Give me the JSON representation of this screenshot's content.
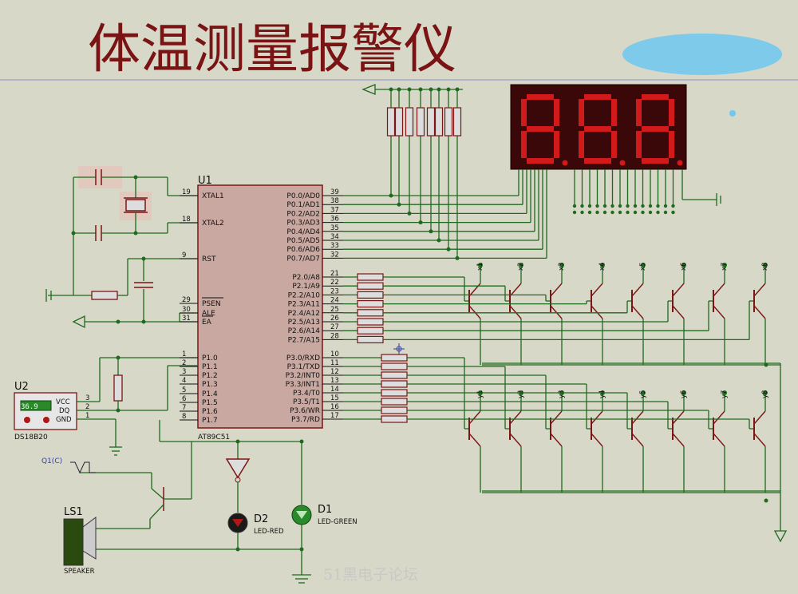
{
  "title": "体温测量报警仪",
  "watermark": "51黑电子论坛",
  "mcu": {
    "ref": "U1",
    "part": "AT89C51",
    "left_pins": [
      {
        "num": "19",
        "name": "XTAL1"
      },
      {
        "num": "18",
        "name": "XTAL2"
      },
      {
        "num": "9",
        "name": "RST"
      },
      {
        "num": "29",
        "name": "PSEN"
      },
      {
        "num": "30",
        "name": "ALE"
      },
      {
        "num": "31",
        "name": "EA"
      },
      {
        "num": "1",
        "name": "P1.0"
      },
      {
        "num": "2",
        "name": "P1.1"
      },
      {
        "num": "3",
        "name": "P1.2"
      },
      {
        "num": "4",
        "name": "P1.3"
      },
      {
        "num": "5",
        "name": "P1.4"
      },
      {
        "num": "6",
        "name": "P1.5"
      },
      {
        "num": "7",
        "name": "P1.6"
      },
      {
        "num": "8",
        "name": "P1.7"
      }
    ],
    "right_pins": [
      {
        "num": "39",
        "name": "P0.0/AD0"
      },
      {
        "num": "38",
        "name": "P0.1/AD1"
      },
      {
        "num": "37",
        "name": "P0.2/AD2"
      },
      {
        "num": "36",
        "name": "P0.3/AD3"
      },
      {
        "num": "35",
        "name": "P0.4/AD4"
      },
      {
        "num": "34",
        "name": "P0.5/AD5"
      },
      {
        "num": "33",
        "name": "P0.6/AD6"
      },
      {
        "num": "32",
        "name": "P0.7/AD7"
      },
      {
        "num": "21",
        "name": "P2.0/A8"
      },
      {
        "num": "22",
        "name": "P2.1/A9"
      },
      {
        "num": "23",
        "name": "P2.2/A10"
      },
      {
        "num": "24",
        "name": "P2.3/A11"
      },
      {
        "num": "25",
        "name": "P2.4/A12"
      },
      {
        "num": "26",
        "name": "P2.5/A13"
      },
      {
        "num": "27",
        "name": "P2.6/A14"
      },
      {
        "num": "28",
        "name": "P2.7/A15"
      },
      {
        "num": "10",
        "name": "P3.0/RXD"
      },
      {
        "num": "11",
        "name": "P3.1/TXD"
      },
      {
        "num": "12",
        "name": "P3.2/INT0"
      },
      {
        "num": "13",
        "name": "P3.3/INT1"
      },
      {
        "num": "14",
        "name": "P3.4/T0"
      },
      {
        "num": "15",
        "name": "P3.5/T1"
      },
      {
        "num": "16",
        "name": "P3.6/WR"
      },
      {
        "num": "17",
        "name": "P3.7/RD"
      }
    ]
  },
  "sensor": {
    "ref": "U2",
    "part": "DS18B20",
    "reading": "36.9",
    "pins": [
      {
        "num": "3",
        "name": "VCC"
      },
      {
        "num": "2",
        "name": "DQ"
      },
      {
        "num": "1",
        "name": "GND"
      }
    ]
  },
  "display": {
    "digits": [
      "8",
      "8",
      "8"
    ],
    "segment_color": "#d21a1a",
    "body_color": "#3a0808"
  },
  "transistors_x": [
    "x1",
    "x2",
    "x3",
    "x4",
    "x5",
    "x6",
    "x7",
    "x8"
  ],
  "transistors_y": [
    "y1",
    "y2",
    "y3",
    "y4",
    "y5",
    "y6",
    "y7",
    "y8"
  ],
  "led_red": {
    "ref": "D2",
    "part": "LED-RED"
  },
  "led_green": {
    "ref": "D1",
    "part": "LED-GREEN"
  },
  "speaker": {
    "ref": "LS1",
    "part": "SPEAKER"
  },
  "probe_label": "Q1(C)",
  "colors": {
    "wire": "#1e6a1e",
    "component": "#7a1616",
    "chip": "#c8a8a0",
    "title": "#7a1414"
  }
}
